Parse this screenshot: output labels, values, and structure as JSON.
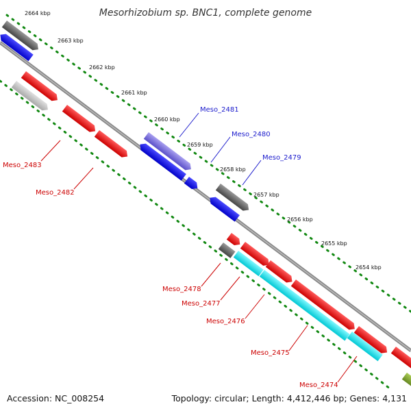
{
  "title": "Mesorhizobium sp. BNC1, complete genome",
  "footer": {
    "accession": "Accession: NC_008254",
    "summary": "Topology: circular; Length: 4,412,446 bp; Genes: 4,131"
  },
  "ticks": [
    "2664 kbp",
    "2663 kbp",
    "2662 kbp",
    "2661 kbp",
    "2660 kbp",
    "2659 kbp",
    "2658 kbp",
    "2657 kbp",
    "2656 kbp",
    "2655 kbp",
    "2654 kbp"
  ],
  "gene_labels": {
    "meso_2481": "Meso_2481",
    "meso_2480": "Meso_2480",
    "meso_2479": "Meso_2479",
    "meso_2483": "Meso_2483",
    "meso_2482": "Meso_2482",
    "meso_2478": "Meso_2478",
    "meso_2477": "Meso_2477",
    "meso_2476": "Meso_2476",
    "meso_2475": "Meso_2475",
    "meso_2474": "Meso_2474"
  },
  "colors": {
    "backbone": "#888888",
    "tick_dots": "#118811",
    "forward_gene": "#ee0000",
    "reverse_gene": "#0000ee",
    "gray_gene": "#666666",
    "light_gray_gene": "#c4c4c4",
    "purple_gene": "#7a6fdc",
    "cyan_gene": "#00e5ee",
    "olive_gene": "#88aa33",
    "blue_label": "#1a1acc",
    "red_label": "#cc0000"
  }
}
